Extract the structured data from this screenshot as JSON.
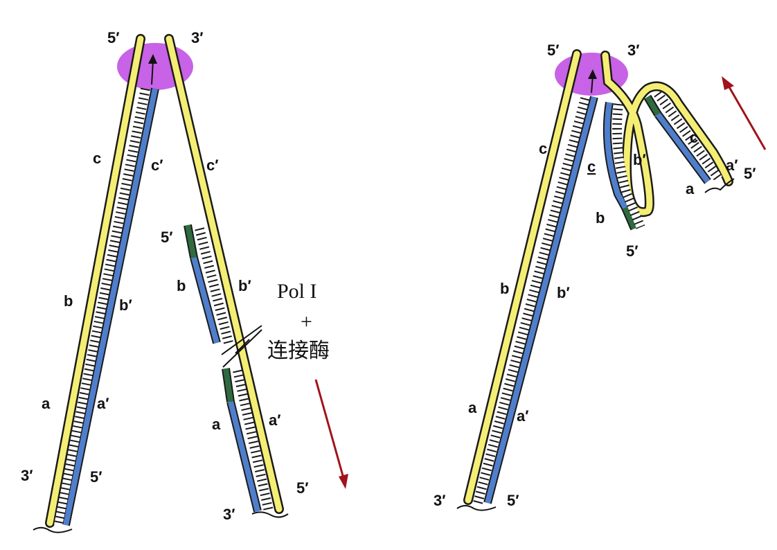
{
  "colors": {
    "yellow": "#F4EE74",
    "blue": "#4F7FCC",
    "green": "#2F6B3E",
    "purple": "#C862E6",
    "arrow": "#A0131B",
    "outline": "#1a1a1a"
  },
  "left_panel": {
    "top_5prime": "5′",
    "top_3prime": "3′",
    "left_c": "c",
    "left_b": "b",
    "left_a": "a",
    "left_c_prime": "c′",
    "left_b_prime": "b′",
    "left_a_prime": "a′",
    "bottom_3prime": "3′",
    "bottom_5prime": "5′",
    "right_c_prime": "c′",
    "right_b_prime": "b′",
    "right_a_prime": "a′",
    "frag_5prime": "5′",
    "frag_b": "b",
    "frag_a": "a",
    "right_bottom_3prime": "3′",
    "right_bottom_5prime": "5′",
    "enzyme_line1": "Pol I",
    "enzyme_line2": "+",
    "enzyme_line3": "连接酶"
  },
  "right_panel": {
    "top_5prime": "5′",
    "top_3prime": "3′",
    "left_c": "c",
    "left_b": "b",
    "left_a": "a",
    "left_b_prime": "b′",
    "left_a_prime": "a′",
    "bottom_3prime": "3′",
    "bottom_5prime": "5′",
    "loop_c_underlined": "c",
    "loop_b_prime": "b′",
    "loop_c": "c",
    "loop_a_prime": "a′",
    "loop_a": "a",
    "loop_5prime_end": "5′",
    "loop_b": "b",
    "loop_5prime": "5′"
  }
}
